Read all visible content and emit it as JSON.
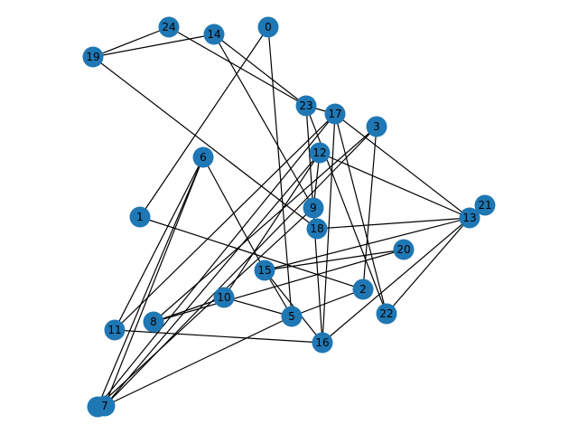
{
  "graph": {
    "node_color": "#1f77b4",
    "edge_color": "#000000",
    "label_color": "#000000",
    "nodes": [
      {
        "id": "0",
        "label": "0"
      },
      {
        "id": "1",
        "label": "1"
      },
      {
        "id": "2",
        "label": "2"
      },
      {
        "id": "3",
        "label": "3"
      },
      {
        "id": "4",
        "label": "4"
      },
      {
        "id": "5",
        "label": "5"
      },
      {
        "id": "6",
        "label": "6"
      },
      {
        "id": "7",
        "label": "7"
      },
      {
        "id": "8",
        "label": "8"
      },
      {
        "id": "9",
        "label": "9"
      },
      {
        "id": "10",
        "label": "10"
      },
      {
        "id": "11",
        "label": "11"
      },
      {
        "id": "12",
        "label": "12"
      },
      {
        "id": "13",
        "label": "13"
      },
      {
        "id": "14",
        "label": "14"
      },
      {
        "id": "15",
        "label": "15"
      },
      {
        "id": "16",
        "label": "16"
      },
      {
        "id": "17",
        "label": "17"
      },
      {
        "id": "18",
        "label": "18"
      },
      {
        "id": "19",
        "label": "19"
      },
      {
        "id": "20",
        "label": "20"
      },
      {
        "id": "21",
        "label": "21"
      },
      {
        "id": "22",
        "label": "22"
      },
      {
        "id": "23",
        "label": "23"
      },
      {
        "id": "24",
        "label": "24"
      }
    ],
    "edges": [
      [
        "0",
        "1"
      ],
      [
        "0",
        "5"
      ],
      [
        "1",
        "2"
      ],
      [
        "19",
        "24"
      ],
      [
        "19",
        "14"
      ],
      [
        "19",
        "18"
      ],
      [
        "24",
        "23"
      ],
      [
        "14",
        "23"
      ],
      [
        "14",
        "9"
      ],
      [
        "23",
        "17"
      ],
      [
        "23",
        "16"
      ],
      [
        "23",
        "22"
      ],
      [
        "17",
        "13"
      ],
      [
        "17",
        "22"
      ],
      [
        "17",
        "16"
      ],
      [
        "17",
        "11"
      ],
      [
        "17",
        "4"
      ],
      [
        "3",
        "8"
      ],
      [
        "3",
        "7"
      ],
      [
        "3",
        "2"
      ],
      [
        "12",
        "13"
      ],
      [
        "12",
        "9"
      ],
      [
        "12",
        "10"
      ],
      [
        "12",
        "7"
      ],
      [
        "6",
        "15"
      ],
      [
        "6",
        "11"
      ],
      [
        "6",
        "4"
      ],
      [
        "6",
        "7"
      ],
      [
        "9",
        "4"
      ],
      [
        "18",
        "13"
      ],
      [
        "13",
        "22"
      ],
      [
        "13",
        "15"
      ],
      [
        "13",
        "16"
      ],
      [
        "20",
        "15"
      ],
      [
        "20",
        "8"
      ],
      [
        "15",
        "5"
      ],
      [
        "15",
        "16"
      ],
      [
        "10",
        "8"
      ],
      [
        "10",
        "5"
      ],
      [
        "2",
        "5"
      ],
      [
        "11",
        "16"
      ],
      [
        "5",
        "7"
      ]
    ]
  }
}
